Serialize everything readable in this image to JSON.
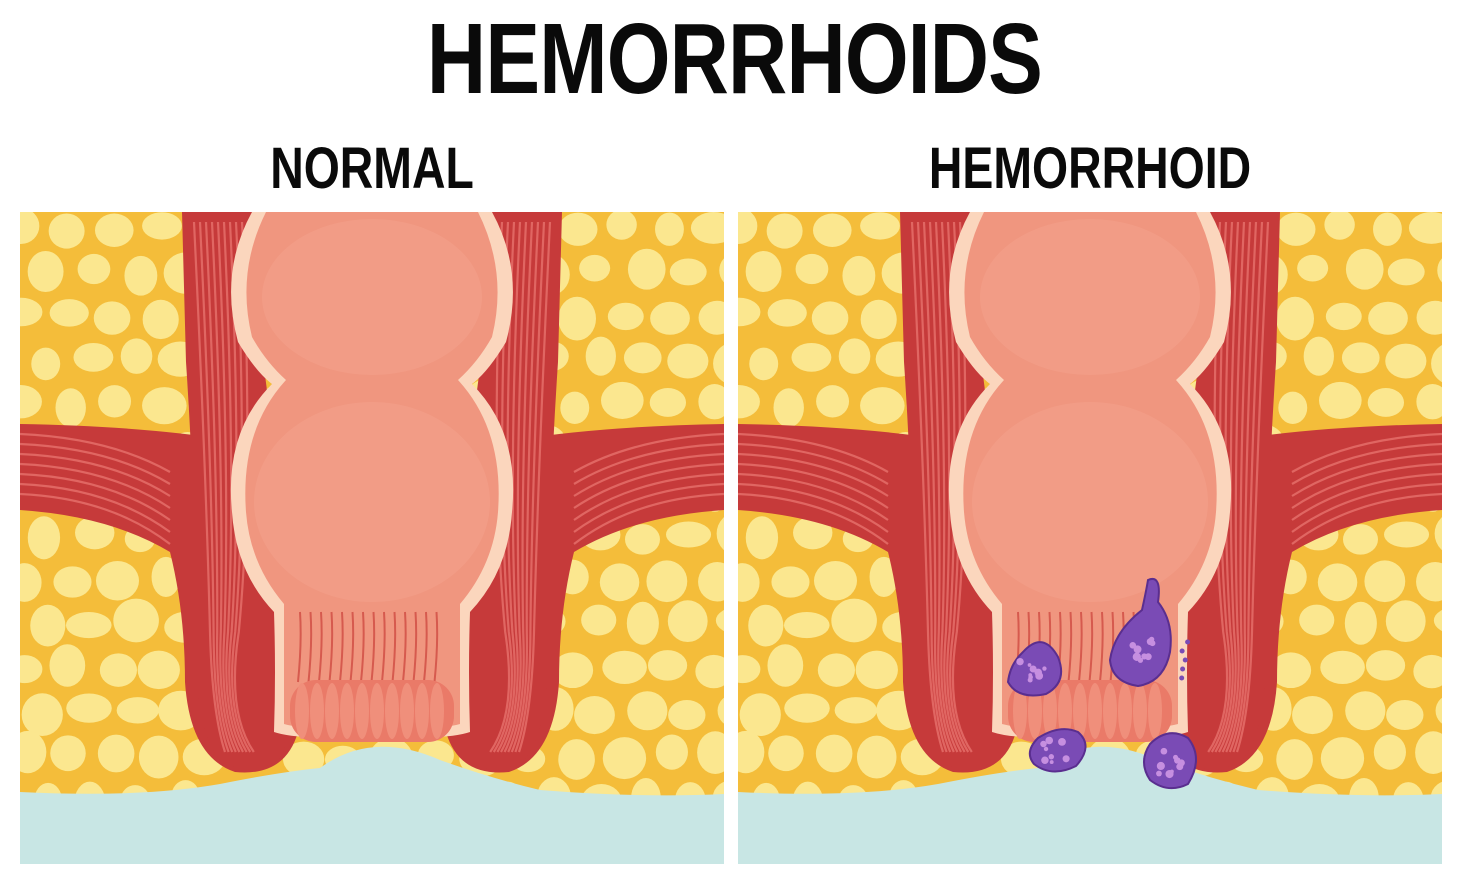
{
  "title": "HEMORRHOIDS",
  "panels": [
    {
      "label": "NORMAL"
    },
    {
      "label": "HEMORRHOID"
    }
  ],
  "colors": {
    "fat_background": "#f4bd3a",
    "fat_globule": "#fbe78f",
    "muscle": "#c63a3a",
    "muscle_fiber": "#e7716c",
    "lining": "#f0967f",
    "lining_edge": "#fbd6bd",
    "skin_water": "#c8e6e4",
    "hemorrhoid": "#7a4bb5",
    "hemorrhoid_dark": "#5a2e8f"
  }
}
